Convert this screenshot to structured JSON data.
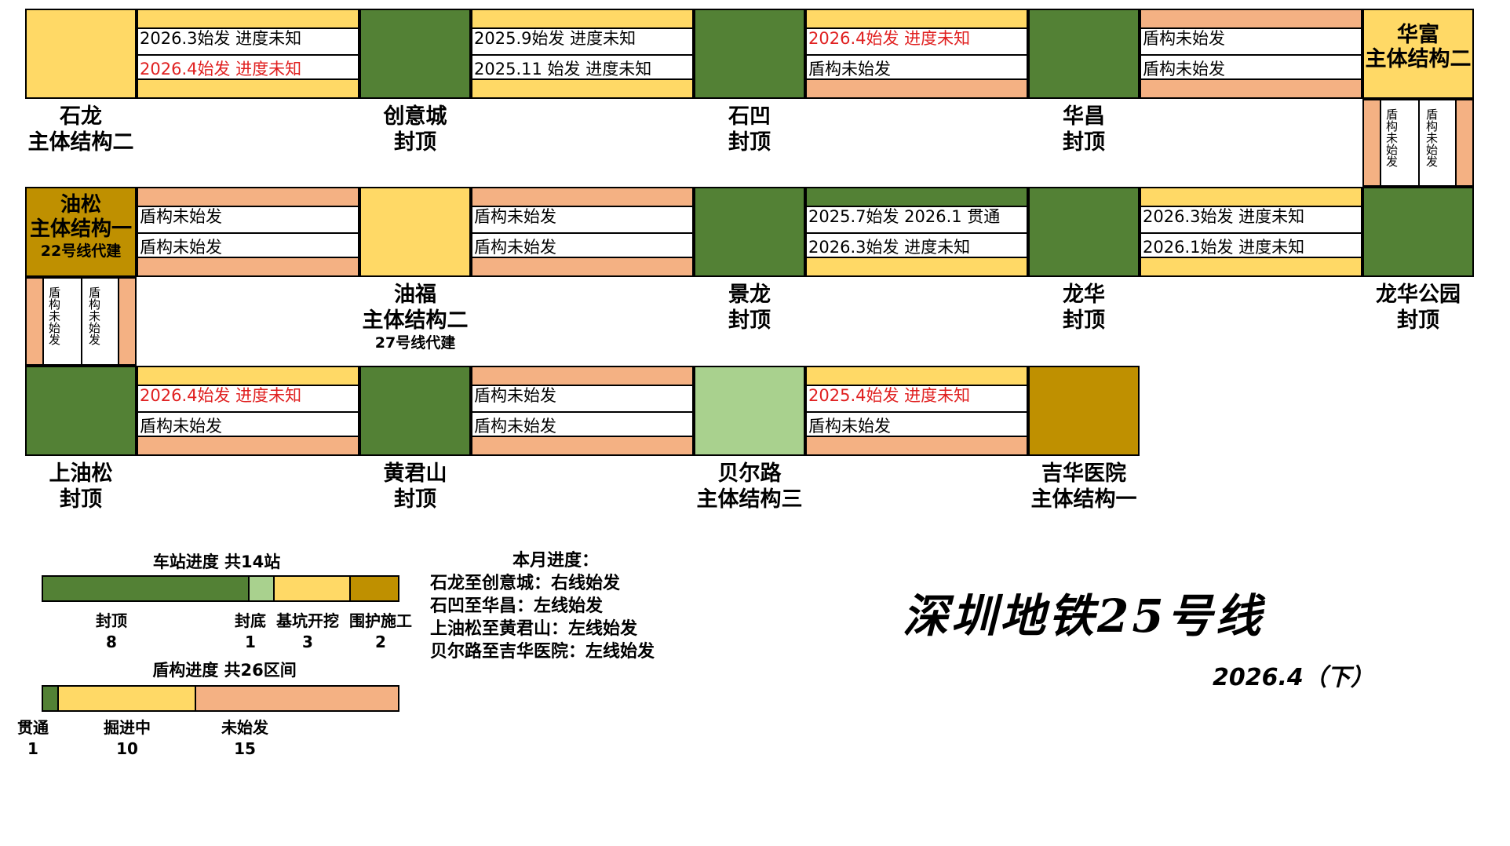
{
  "colors": {
    "done": "#538135",
    "bottom": "#A9D18E",
    "pit": "#FFD966",
    "enclosure": "#BF9000",
    "tunnel_done": "#538135",
    "tunnel_going": "#FFD966",
    "tunnel_none": "#F4B183",
    "red_text": "#E02020"
  },
  "stations": [
    {
      "name": "石龙",
      "status": "主体结构二"
    },
    {
      "name": "创意城",
      "status": "封顶"
    },
    {
      "name": "石凹",
      "status": "封顶"
    },
    {
      "name": "华昌",
      "status": "封顶"
    },
    {
      "name": "华富",
      "status": "主体结构二"
    },
    {
      "name": "龙华公园",
      "status": "封顶"
    },
    {
      "name": "龙华",
      "status": "封顶"
    },
    {
      "name": "景龙",
      "status": "封顶"
    },
    {
      "name": "油福",
      "status": "主体结构二",
      "note": "27号线代建"
    },
    {
      "name": "油松",
      "status": "主体结构一",
      "note": "22号线代建"
    },
    {
      "name": "上油松",
      "status": "封顶"
    },
    {
      "name": "黄君山",
      "status": "封顶"
    },
    {
      "name": "贝尔路",
      "status": "主体结构三"
    },
    {
      "name": "吉华医院",
      "status": "主体结构一"
    }
  ],
  "segments": [
    {
      "line1": "2026.3始发 进度未知",
      "line2": "2026.4始发 进度未知"
    },
    {
      "line1": "2025.9始发 进度未知",
      "line2": "2025.11 始发 进度未知"
    },
    {
      "line1": "2026.4始发 进度未知",
      "line2": "盾构未始发"
    },
    {
      "line1": "盾构未始发",
      "line2": "盾构未始发"
    },
    {
      "line1": "盾构未始发",
      "line2": "盾构未始发"
    },
    {
      "line1": "2026.3始发 进度未知",
      "line2": "2026.1始发 进度未知"
    },
    {
      "line1": "2025.7始发 2026.1 贯通",
      "line2": "2026.3始发 进度未知"
    },
    {
      "line1": "盾构未始发",
      "line2": "盾构未始发"
    },
    {
      "line1": "盾构未始发",
      "line2": "盾构未始发"
    },
    {
      "line1": "盾构未始发",
      "line2": "盾构未始发"
    },
    {
      "line1": "2026.4始发 进度未知",
      "line2": "盾构未始发"
    },
    {
      "line1": "盾构未始发",
      "line2": "盾构未始发"
    },
    {
      "line1": "2025.4始发 进度未知",
      "line2": "盾构未始发"
    }
  ],
  "legend": {
    "station_title": "车站进度 共14站",
    "station_items": [
      {
        "label": "封顶",
        "count": "8"
      },
      {
        "label": "封底",
        "count": "1"
      },
      {
        "label": "基坑开挖",
        "count": "3"
      },
      {
        "label": "围护施工",
        "count": "2"
      }
    ],
    "tunnel_title": "盾构进度 共26区间",
    "tunnel_items": [
      {
        "label": "贯通",
        "count": "1"
      },
      {
        "label": "掘进中",
        "count": "10"
      },
      {
        "label": "未始发",
        "count": "15"
      }
    ]
  },
  "monthly": {
    "title": "本月进度：",
    "items": [
      "石龙至创意城：右线始发",
      "石凹至华昌：左线始发",
      "上油松至黄君山：左线始发",
      "贝尔路至吉华医院：左线始发"
    ]
  },
  "title": "深圳地铁25号线",
  "date": "2026.4（下）"
}
